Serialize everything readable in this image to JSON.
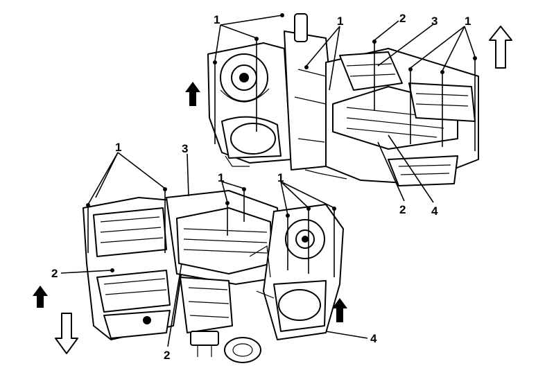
{
  "callouts": {
    "upper": {
      "c1_left": "1",
      "c1_mid": "1",
      "c1_right": "1",
      "c2_top": "2",
      "c3_top": "3",
      "c2_bottom": "2",
      "c4_bottom": "4"
    },
    "lower": {
      "c1_left": "1",
      "c3": "3",
      "c1_mid": "1",
      "c1_right": "1",
      "c2_left": "2",
      "c2_bottom": "2",
      "c4": "4"
    }
  },
  "icons": {
    "upper_right_arrow": "hollow-up-arrow-icon",
    "upper_left_arrow": "solid-up-arrow-icon",
    "lower_left_arrow": "solid-up-arrow-icon",
    "lower_left_down": "hollow-down-arrow-icon",
    "lower_right_arrow": "solid-up-arrow-icon"
  }
}
